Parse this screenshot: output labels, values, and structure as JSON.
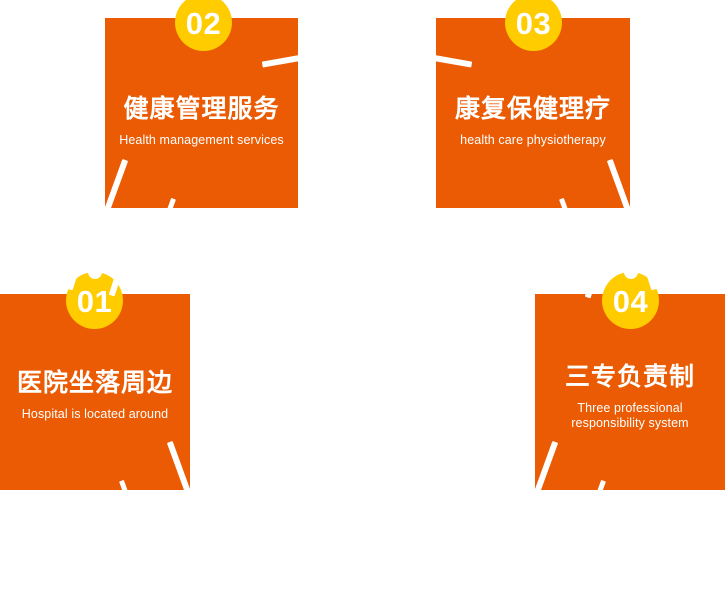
{
  "page": {
    "background_color": "#ffffff",
    "card_color": "#ea5b04",
    "badge_color": "#ffcc00",
    "text_color": "#ffffff"
  },
  "cards": [
    {
      "number": "01",
      "title_cn": "医院坐落周边",
      "title_en": "Hospital is located around",
      "title_en_line2": ""
    },
    {
      "number": "02",
      "title_cn": "健康管理服务",
      "title_en": "Health management services",
      "title_en_line2": ""
    },
    {
      "number": "03",
      "title_cn": "康复保健理疗",
      "title_en": "health care physiotherapy",
      "title_en_line2": ""
    },
    {
      "number": "04",
      "title_cn": "三专负责制",
      "title_en": "Three professional",
      "title_en_line2": "responsibility system"
    }
  ]
}
